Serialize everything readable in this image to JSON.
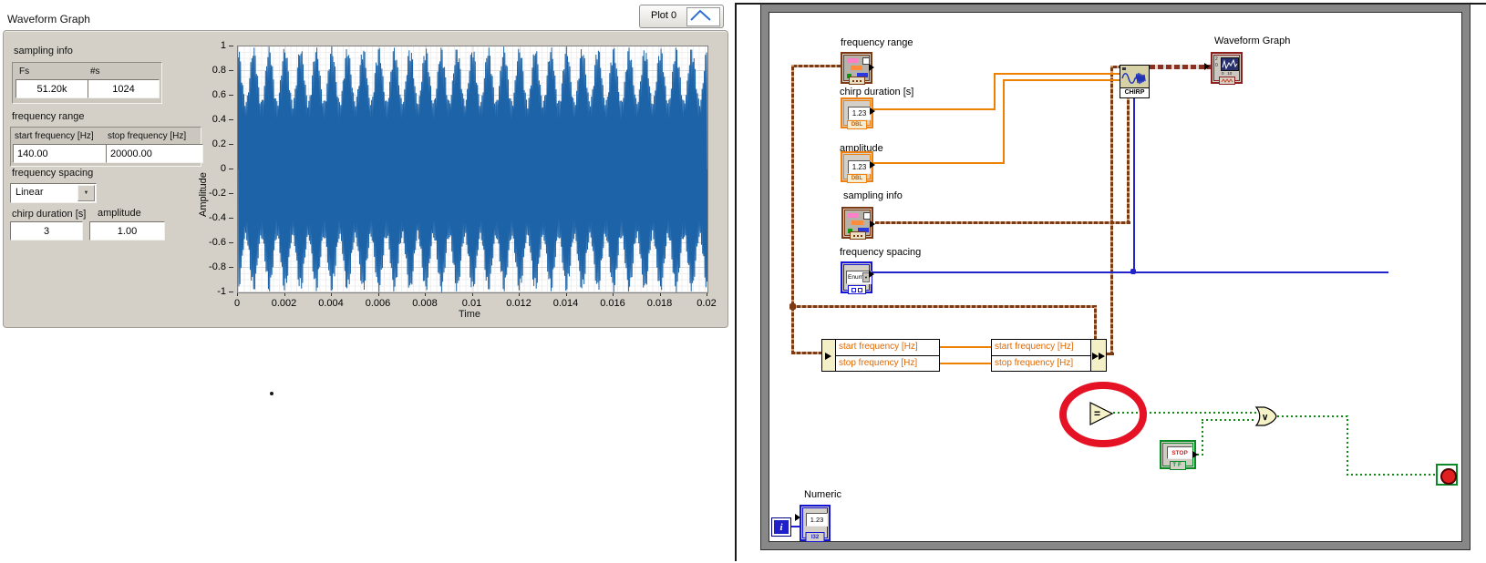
{
  "colors": {
    "plot_blue": "#1c63a8",
    "wire_orange": "#ef8100",
    "wire_blue": "#2323cc",
    "wire_green": "#0f8a12",
    "wire_brown": "#7c3a14",
    "wire_dynamic": "#8a3020",
    "loop_border_gray": "#878787",
    "annotation_red": "#e51226",
    "panel_bg": "#d4d0c8"
  },
  "front_panel": {
    "title": "Waveform Graph",
    "legend": {
      "plot_label": "Plot 0"
    },
    "sampling_info": {
      "label": "sampling info",
      "fs_label": "Fs",
      "fs_value": "51.20k",
      "samples_label": "#s",
      "samples_value": "1024"
    },
    "frequency_range": {
      "label": "frequency range",
      "start_label": "start frequency [Hz]",
      "start_value": "140.00",
      "stop_label": "stop frequency [Hz]",
      "stop_value": "20000.00"
    },
    "frequency_spacing": {
      "label": "frequency spacing",
      "value": "Linear"
    },
    "chirp_duration": {
      "label": "chirp duration [s]",
      "value": "3"
    },
    "amplitude": {
      "label": "amplitude",
      "value": "1.00"
    },
    "graph": {
      "xlabel": "Time",
      "ylabel": "Amplitude",
      "y_ticks": [
        "1",
        "0.8",
        "0.6",
        "0.4",
        "0.2",
        "0",
        "-0.2",
        "-0.4",
        "-0.6",
        "-0.8",
        "-1"
      ],
      "x_ticks": [
        "0",
        "0.002",
        "0.004",
        "0.006",
        "0.008",
        "0.01",
        "0.012",
        "0.014",
        "0.016",
        "0.018",
        "0.02"
      ]
    }
  },
  "chart_data": {
    "type": "line",
    "xlabel": "Time",
    "ylabel": "Amplitude",
    "xlim": [
      0,
      0.02
    ],
    "ylim": [
      -1,
      1
    ],
    "grid": true,
    "legend_position": "top-right",
    "series": [
      {
        "name": "Plot 0",
        "description": "Linear chirp waveform, start 140 Hz to stop 20000 Hz over 3 s, amplitude 1.00, Fs 51.20k, 1024 samples spanning 0 to 0.02 s; appears as dense aliased oscillation with ~30 beat lobes, envelope between ±0.56 and ±1.0"
      }
    ],
    "render": {
      "lobes": 30,
      "env_base": 0.78,
      "env_depth": 0.22,
      "cycles": 412
    }
  },
  "block_diagram": {
    "frequency_range_label": "frequency range",
    "chirp_duration_label": "chirp duration [s]",
    "amplitude_label": "amplitude",
    "sampling_info_label": "sampling info",
    "frequency_spacing_label": "frequency spacing",
    "enum_glyph": "Enum",
    "dbl_glyph": "1.23",
    "dbl_tag": "DBL",
    "chirp_label": "CHIRP",
    "waveform_graph_label": "Waveform Graph",
    "unbundle_fields": [
      "start frequency [Hz]",
      "stop frequency [Hz]"
    ],
    "bundle_fields": [
      "start frequency [Hz]",
      "stop frequency [Hz]"
    ],
    "equal_glyph": "=",
    "or_glyph": "∨",
    "stop_label": "STOP",
    "tf_tag": "TF",
    "numeric_label": "Numeric",
    "numeric_glyph": "1.23",
    "i32_tag": "I32",
    "iteration_glyph": "i"
  }
}
